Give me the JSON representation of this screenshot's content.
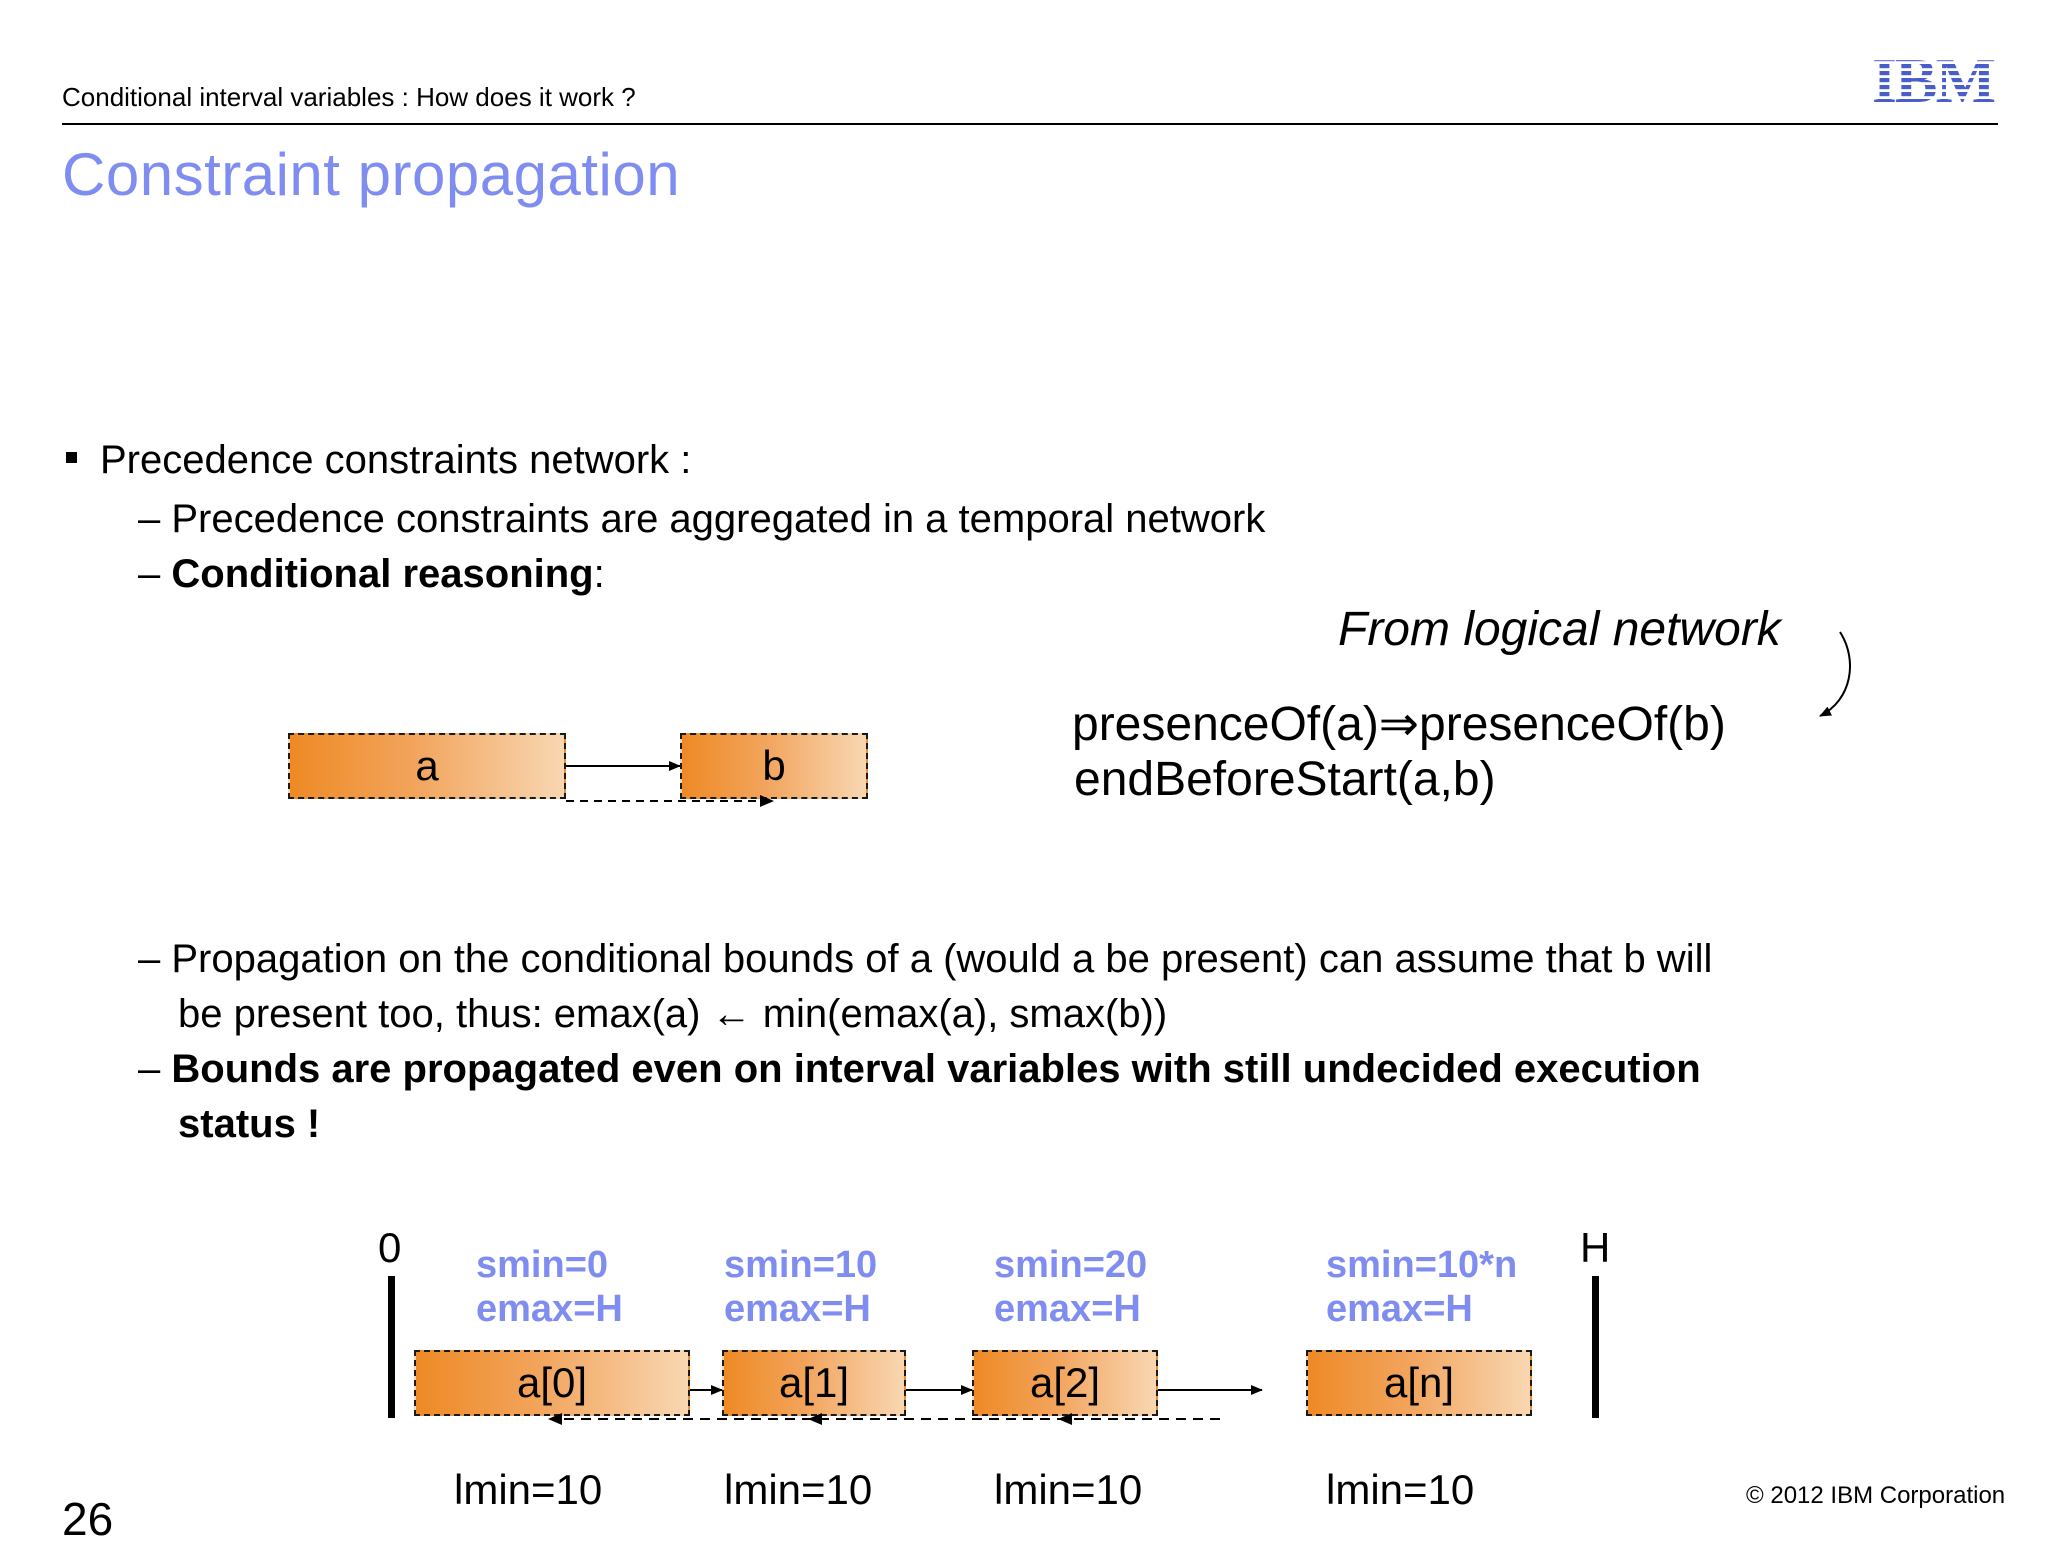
{
  "header": {
    "section": "Conditional interval variables : How does it work ?",
    "logo_text": "IBM"
  },
  "title": "Constraint propagation",
  "bullets": {
    "main": "Precedence constraints network :",
    "sub1": "Precedence constraints are aggregated in a temporal network",
    "sub2_bold": "Conditional reasoning",
    "sub2_rest": ":",
    "sub3_line1": "Propagation on the conditional bounds of a (would a be present) can assume that b will",
    "sub3_line2": "be  present too, thus:  emax(a) ← min(emax(a), smax(b))",
    "sub4_line1": "Bounds are propagated even on interval variables with still undecided execution",
    "sub4_line2": "status !",
    "dash": "–"
  },
  "upper_diagram": {
    "box_a": "a",
    "box_b": "b",
    "from_logical": "From logical network",
    "formula_line1": "presenceOf(a)⇒presenceOf(b)",
    "formula_line2": "endBeforeStart(a,b)"
  },
  "lower_diagram": {
    "axis_start": "0",
    "axis_end": "H",
    "intervals": [
      {
        "name": "a[0]",
        "smin": "smin=0",
        "emax": "emax=H",
        "lmin": "lmin=10"
      },
      {
        "name": "a[1]",
        "smin": "smin=10",
        "emax": "emax=H",
        "lmin": "lmin=10"
      },
      {
        "name": "a[2]",
        "smin": "smin=20",
        "emax": "emax=H",
        "lmin": "lmin=10"
      },
      {
        "name": "a[n]",
        "smin": "smin=10*n",
        "emax": "emax=H",
        "lmin": "lmin=10"
      }
    ]
  },
  "footer": {
    "slide_number": "26",
    "copyright": "© 2012 IBM Corporation"
  },
  "colors": {
    "accent": "#7f8cf0",
    "box_orange": "#ee8a25",
    "box_light": "#f8d7b2"
  }
}
